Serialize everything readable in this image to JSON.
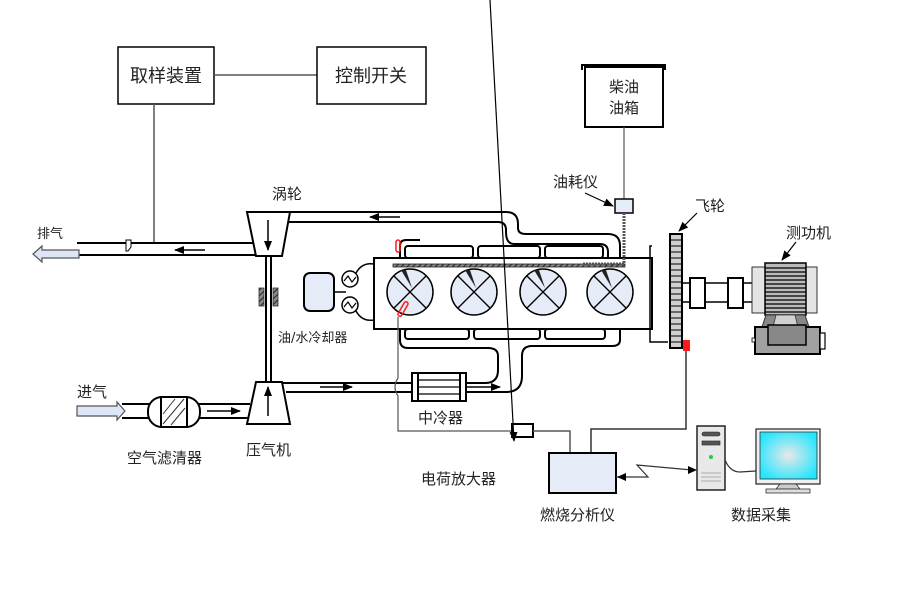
{
  "diagram": {
    "title": "Diesel engine test bench schematic",
    "labels": {
      "sampling_device": "取样装置",
      "control_switch": "控制开关",
      "diesel_tank_line1": "柴油",
      "diesel_tank_line2": "油箱",
      "fuel_meter": "油耗仪",
      "flywheel": "飞轮",
      "dynamometer": "测功机",
      "turbine": "涡轮",
      "exhaust": "排气",
      "oil_water_cooler": "油/水冷却器",
      "intake": "进气",
      "air_filter": "空气滤清器",
      "compressor": "压气机",
      "intercooler": "中冷器",
      "charge_amplifier": "电荷放大器",
      "combustion_analyzer": "燃烧分析仪",
      "data_acquisition": "数据采集"
    },
    "cylinder_count": 4,
    "colors": {
      "line": "#000000",
      "connector": "#555555",
      "component_fill": "#e6ecf7",
      "sensor_red": "#ff1a1a",
      "monitor_cyan": "#33e6ff",
      "led_green": "#22cc44",
      "dyno_gray": "#a0a0a0"
    }
  }
}
